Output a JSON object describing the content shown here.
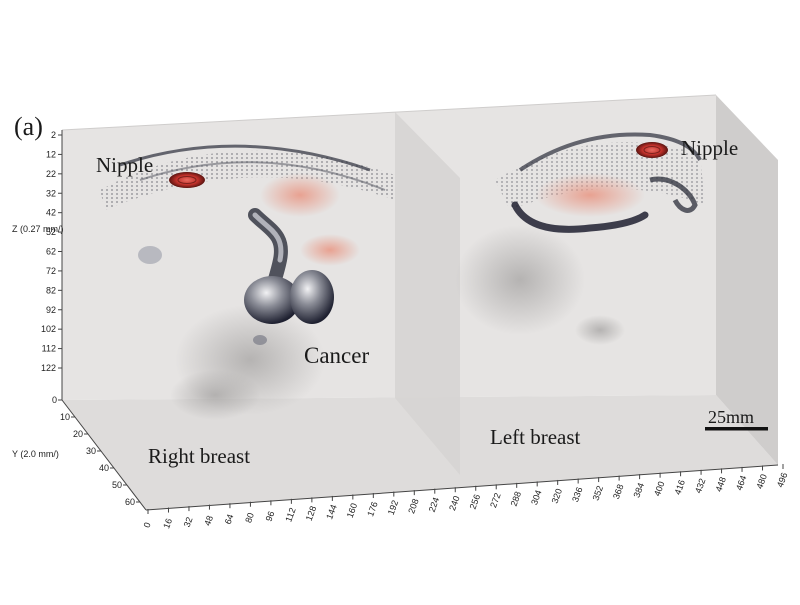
{
  "panel_label": "(a)",
  "labels": {
    "nipple_right": "Nipple",
    "nipple_left": "Nipple",
    "cancer": "Cancer",
    "right_breast": "Right breast",
    "left_breast": "Left breast",
    "scale_bar": "25mm"
  },
  "axes": {
    "z_title": "Z (0.27 mm/)",
    "z_ticks": [
      "2",
      "12",
      "22",
      "32",
      "42",
      "52",
      "62",
      "72",
      "82",
      "92",
      "102",
      "112",
      "122"
    ],
    "y_title": "Y (2.0 mm/)",
    "y_ticks": [
      "0",
      "10",
      "20",
      "30",
      "40",
      "50",
      "60"
    ],
    "x_ticks": [
      "0",
      "16",
      "32",
      "48",
      "64",
      "80",
      "96",
      "112",
      "128",
      "144",
      "160",
      "176",
      "192",
      "208",
      "224",
      "240",
      "256",
      "272",
      "288",
      "304",
      "320",
      "336",
      "352",
      "368",
      "384",
      "400",
      "416",
      "432",
      "448",
      "464",
      "480",
      "496"
    ]
  },
  "colors": {
    "tissue_box": "#e2e0df",
    "tick_red": "#b34a3a",
    "nipple_red": "#c0302a",
    "vessel_dark": "#2b2d3a"
  }
}
